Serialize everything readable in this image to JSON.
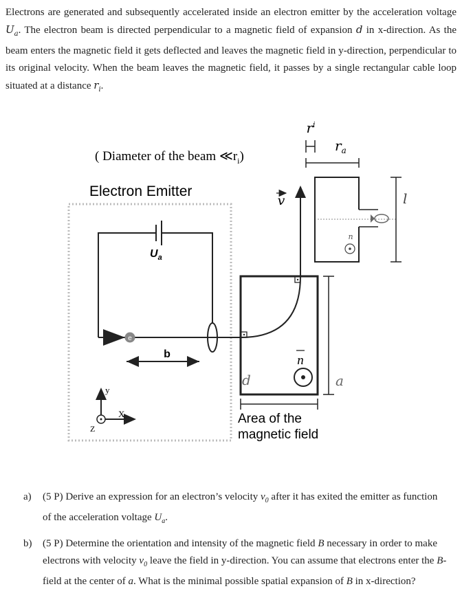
{
  "intro": {
    "p1": "Electrons are generated and subsequently accelerated inside an electron emitter by the acceleration voltage",
    "sym_Ua": "U",
    "sub_a": "a",
    "p2": ". The electron beam is directed perpendicular to a magnetic field of expansion",
    "sym_d": "d",
    "p3": "in x-direction. As the beam enters the magnetic field it gets deflected and leaves the magnetic field in y-direction, perpendicular to its original velocity. When the beam leaves the magnetic field, it passes by a single rectangular cable loop situated at a distance",
    "sym_ri": "r",
    "sub_i": "i",
    "p4": "."
  },
  "figure": {
    "diameter_note": "( Diameter of the beam ≪r",
    "diameter_sub": "i",
    "diameter_close": ")",
    "emitter_label": "Electron Emitter",
    "voltage_label": "U",
    "voltage_sub": "a",
    "electron_symbol": "e",
    "distance_b": "b",
    "velocity_label": "v",
    "ri_label": "r",
    "ri_sub": "i",
    "ra_label": "r",
    "ra_sub": "a",
    "loop_n": "n",
    "loop_length_l": "l",
    "field_n": "n",
    "field_d": "d",
    "field_a": "a",
    "axis_y": "y",
    "axis_x": "X",
    "axis_z": "Z",
    "area_label_1": "Area of the",
    "area_label_2": "magnetic field"
  },
  "questions": [
    {
      "label": "a)",
      "points": "(5 P)",
      "t1": "Derive an expression for an electron’s velocity",
      "sym_v0": "v",
      "sub_0": "0",
      "t2": "after it has exited the emitter as function of the acceleration voltage",
      "sym_Ua": "U",
      "sub_a": "a",
      "t3": "."
    },
    {
      "label": "b)",
      "points": "(5 P)",
      "t1": "Determine the orientation and intensity of the magnetic field",
      "sym_B": "B",
      "t2": "necessary in order to make electrons with velocity",
      "sym_v0": "v",
      "sub_0": "0",
      "t3": "leave the field in y-direction. You can assume that electrons enter the",
      "sym_B2": "B",
      "t4": "-field at the center of",
      "sym_a": "a",
      "t5": ". What is the minimal possible spatial expansion of",
      "sym_B3": "B",
      "t6": "in x-direction?"
    }
  ]
}
